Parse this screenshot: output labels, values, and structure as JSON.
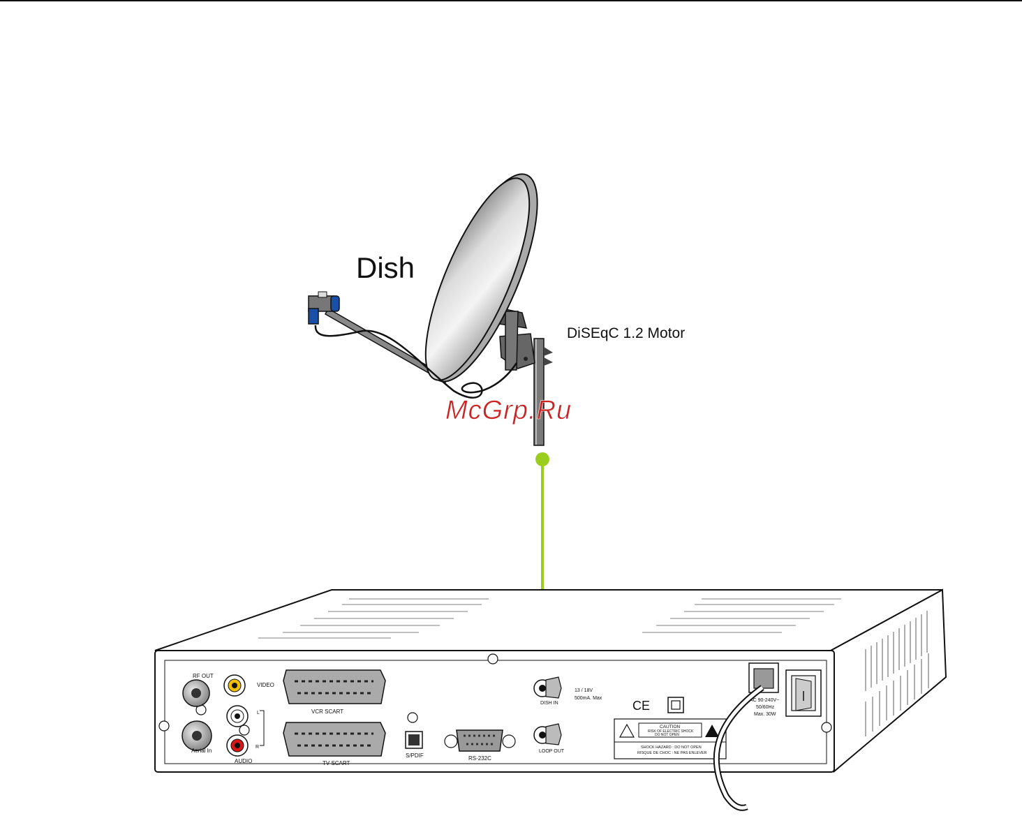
{
  "labels": {
    "dish": "Dish",
    "motor": "DiSEqC 1.2 Motor",
    "watermark": "McGrp.Ru"
  },
  "panel": {
    "rf_out": "RF OUT",
    "aerial_in": "Aerial In",
    "video": "VIDEO",
    "audio": "AUDIO",
    "audio_l": "L",
    "audio_r": "R",
    "vcr_scart": "VCR SCART",
    "tv_scart": "TV SCART",
    "spdif": "S/PDIF",
    "rs232c": "RS-232C",
    "dish_in": "DISH IN",
    "loop_out": "LOOP OUT",
    "dish_in_voltage": "13 / 18V",
    "dish_in_current": "500mA. Max",
    "ce_mark": "CE",
    "caution_title": "CAUTION",
    "caution_line1": "RISK OF ELECTRIC SHOCK",
    "caution_line2": "DO NOT OPEN",
    "shock_line1": "SHOCK HAZARD : DO NOT OPEN",
    "shock_line2": "RISQUE DE CHOC : NE PAS ENLEVER",
    "power_line1": "AC 90-240V~",
    "power_line2": "50/60Hz",
    "power_line3": "Max. 30W"
  },
  "colors": {
    "cable": "#9acd1e",
    "watermark": "#cc2222",
    "lnb_blue": "#1a4fa8"
  }
}
